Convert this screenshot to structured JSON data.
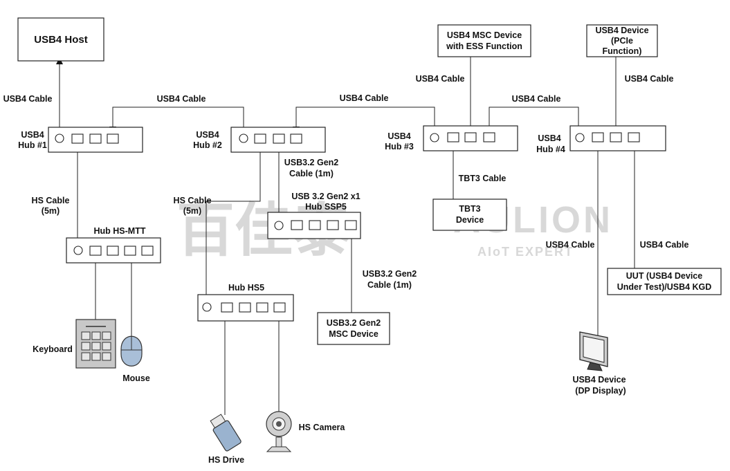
{
  "watermark": {
    "brand": "AULION",
    "chinese": "百佳泰",
    "tagline": "AIoT EXPERT"
  },
  "boxes": {
    "host": [
      "USB4 Host"
    ],
    "msc_ess": [
      "USB4 MSC Device",
      "with ESS Function"
    ],
    "pcie_dev": [
      "USB4 Device",
      "(PCIe",
      "Function)"
    ],
    "tbt3_dev": [
      "TBT3",
      "Device"
    ],
    "msc_dev": [
      "USB3.2 Gen2",
      "MSC Device"
    ],
    "uut": [
      "UUT (USB4 Device",
      "Under Test)/USB4 KGD"
    ]
  },
  "hubs": {
    "hub1": [
      "USB4",
      "Hub #1"
    ],
    "hub2": [
      "USB4",
      "Hub #2"
    ],
    "hub3": [
      "USB4",
      "Hub #3"
    ],
    "hub4": [
      "USB4",
      "Hub #4"
    ],
    "hs_mtt": [
      "Hub HS-MTT"
    ],
    "ssp5": [
      "USB 3.2 Gen2 x1",
      "Hub SSP5"
    ],
    "hs5": [
      "Hub HS5"
    ]
  },
  "cables": {
    "host_hub1": [
      "USB4 Cable"
    ],
    "hub1_hub2": [
      "USB4 Cable"
    ],
    "hub2_hub3": [
      "USB4 Cable"
    ],
    "hub3_hub4": [
      "USB4 Cable"
    ],
    "hub3_msc": [
      "USB4 Cable"
    ],
    "hub4_pcie": [
      "USB4 Cable"
    ],
    "hub1_hsmtt": [
      "HS Cable",
      "(5m)"
    ],
    "hub2_hs5": [
      "HS Cable",
      "(5m)"
    ],
    "hub2_ssp5": [
      "USB3.2 Gen2",
      "Cable (1m)"
    ],
    "ssp5_msc": [
      "USB3.2 Gen2",
      "Cable (1m)"
    ],
    "hub3_tbt3": [
      "TBT3 Cable"
    ],
    "hub4_dp": [
      "USB4 Cable"
    ],
    "hub4_uut": [
      "USB4 Cable"
    ]
  },
  "devices": {
    "keyboard": [
      "Keyboard"
    ],
    "mouse": [
      "Mouse"
    ],
    "hs_drive": [
      "HS Drive"
    ],
    "hs_camera": [
      "HS Camera"
    ],
    "dp_display": [
      "USB4 Device",
      "(DP  Display)"
    ]
  }
}
